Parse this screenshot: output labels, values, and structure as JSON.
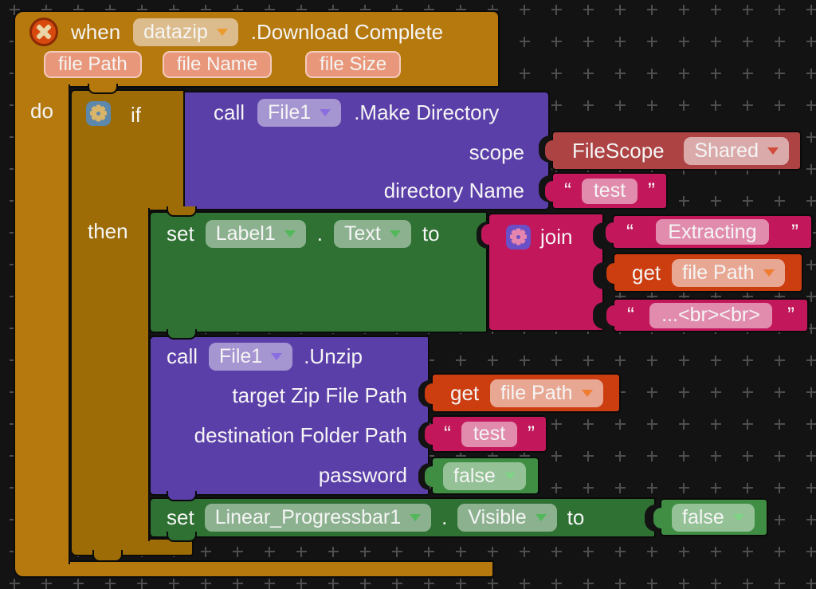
{
  "palette": {
    "event_orange": "#b5790e",
    "control_mustard": "#9d6c06",
    "procedure_purple": "#5b3fa9",
    "setter_green": "#2e7133",
    "logic_green": "#3f8e43",
    "text_magenta": "#c2185b",
    "helper_red": "#ad4343",
    "variable_orange_red": "#cc3d10",
    "param_chip": "#e9977a",
    "background": "#131313"
  },
  "icons": {
    "event_badge": "error-x-icon",
    "if_mutator": "gear-icon",
    "join_mutator": "gear-icon",
    "dropdown": "triangle-down-icon"
  },
  "when_block": {
    "keyword": "when",
    "component": "datazip",
    "event": ".Download Complete",
    "params": [
      "file Path",
      "file Name",
      "file Size"
    ],
    "do_label": "do"
  },
  "if_block": {
    "keyword": "if",
    "then_label": "then"
  },
  "make_directory": {
    "keyword": "call",
    "component": "File1",
    "method": ".Make Directory",
    "arg1": "scope",
    "arg2": "directory Name",
    "scope_value": {
      "type_label": "FileScope",
      "selected": "Shared"
    },
    "dirname_value": {
      "open": "“",
      "text": "test",
      "close": "”"
    }
  },
  "set_label_text": {
    "keyword": "set",
    "component": "Label1",
    "separator": ".",
    "property": "Text",
    "to_label": "to"
  },
  "join_block": {
    "keyword": "join",
    "string1": {
      "open": "“",
      "text": "Extracting",
      "close": "”"
    },
    "get1": {
      "keyword": "get",
      "variable": "file Path"
    },
    "string2": {
      "open": "“",
      "text": "...<br><br>",
      "close": "”"
    }
  },
  "unzip": {
    "keyword": "call",
    "component": "File1",
    "method": ".Unzip",
    "arg1": "target Zip File Path",
    "arg2": "destination Folder Path",
    "arg3": "password",
    "get_value": {
      "keyword": "get",
      "variable": "file Path"
    },
    "dest_value": {
      "open": "“",
      "text": "test",
      "close": "”"
    },
    "password_value": "false"
  },
  "set_progressbar": {
    "keyword": "set",
    "component": "Linear_Progressbar1",
    "separator": ".",
    "property": "Visible",
    "to_label": "to",
    "value": "false"
  }
}
